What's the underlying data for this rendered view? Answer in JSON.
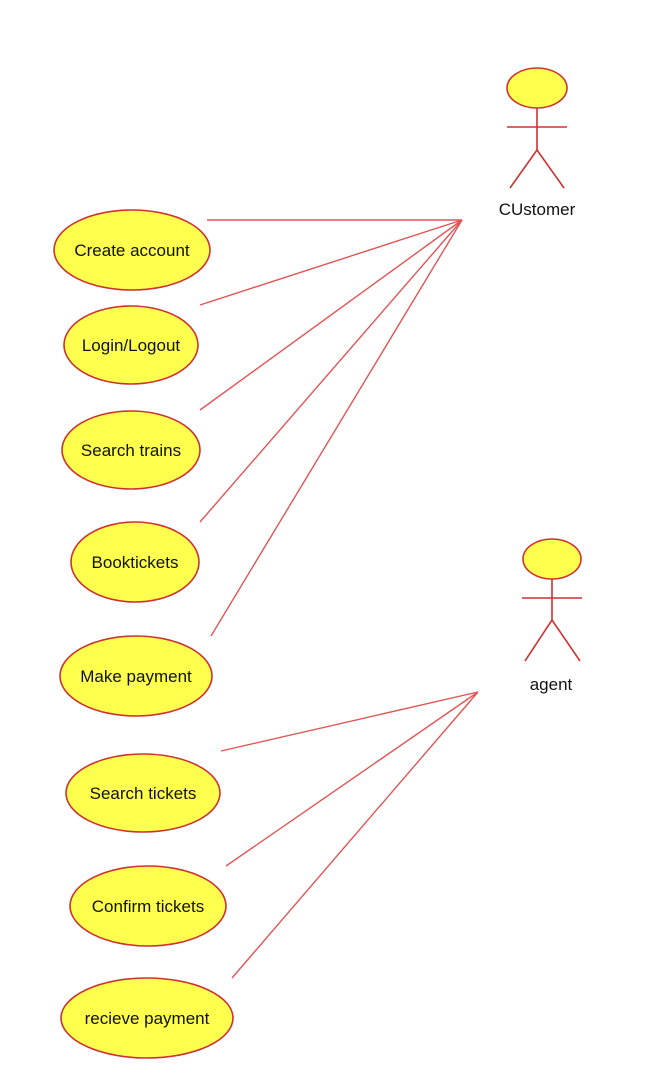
{
  "diagram": {
    "actors": [
      {
        "id": "customer",
        "label": "CUstomer"
      },
      {
        "id": "agent",
        "label": "agent"
      }
    ],
    "use_cases": [
      {
        "id": "create-account",
        "label": "Create account",
        "actor": "customer"
      },
      {
        "id": "login-logout",
        "label": "Login/Logout",
        "actor": "customer"
      },
      {
        "id": "search-trains",
        "label": "Search trains",
        "actor": "customer"
      },
      {
        "id": "book-tickets",
        "label": "Booktickets",
        "actor": "customer"
      },
      {
        "id": "make-payment",
        "label": "Make payment",
        "actor": "customer"
      },
      {
        "id": "search-tickets",
        "label": "Search tickets",
        "actor": "agent"
      },
      {
        "id": "confirm-tickets",
        "label": "Confirm tickets",
        "actor": "agent"
      },
      {
        "id": "recieve-payment",
        "label": "recieve payment",
        "actor": "agent"
      }
    ],
    "colors": {
      "use_case_fill": "#ffff4d",
      "outline": "#cc3333",
      "association_line": "#e05555"
    }
  }
}
